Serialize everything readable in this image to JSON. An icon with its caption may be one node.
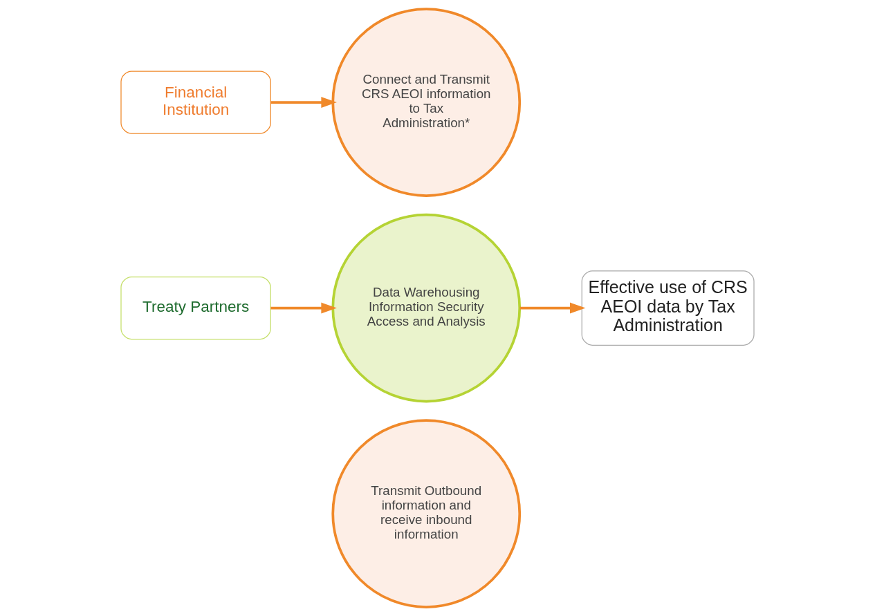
{
  "diagram": {
    "nodes": [
      {
        "text": [
          "Financial Institution"
        ]
      },
      {
        "text": [
          "Treaty Partners"
        ]
      },
      {
        "text": [
          "Connect and Transmit CRS AEOI information to Tax Administration*"
        ]
      },
      {
        "text": [
          "Data Warehousing Information Security Access and Analysis"
        ]
      },
      {
        "text": [
          "Transmit Outbound information and receive inbound information"
        ]
      },
      {
        "text": [
          "Effective use of CRS AEOI data by Tax Administration"
        ]
      }
    ],
    "edges": [
      {
        "from": 0,
        "to": 2,
        "arrow": "to"
      },
      {
        "from": 1,
        "to": 3,
        "arrow": "to"
      },
      {
        "from": 3,
        "to": 5,
        "arrow": "to"
      }
    ]
  }
}
